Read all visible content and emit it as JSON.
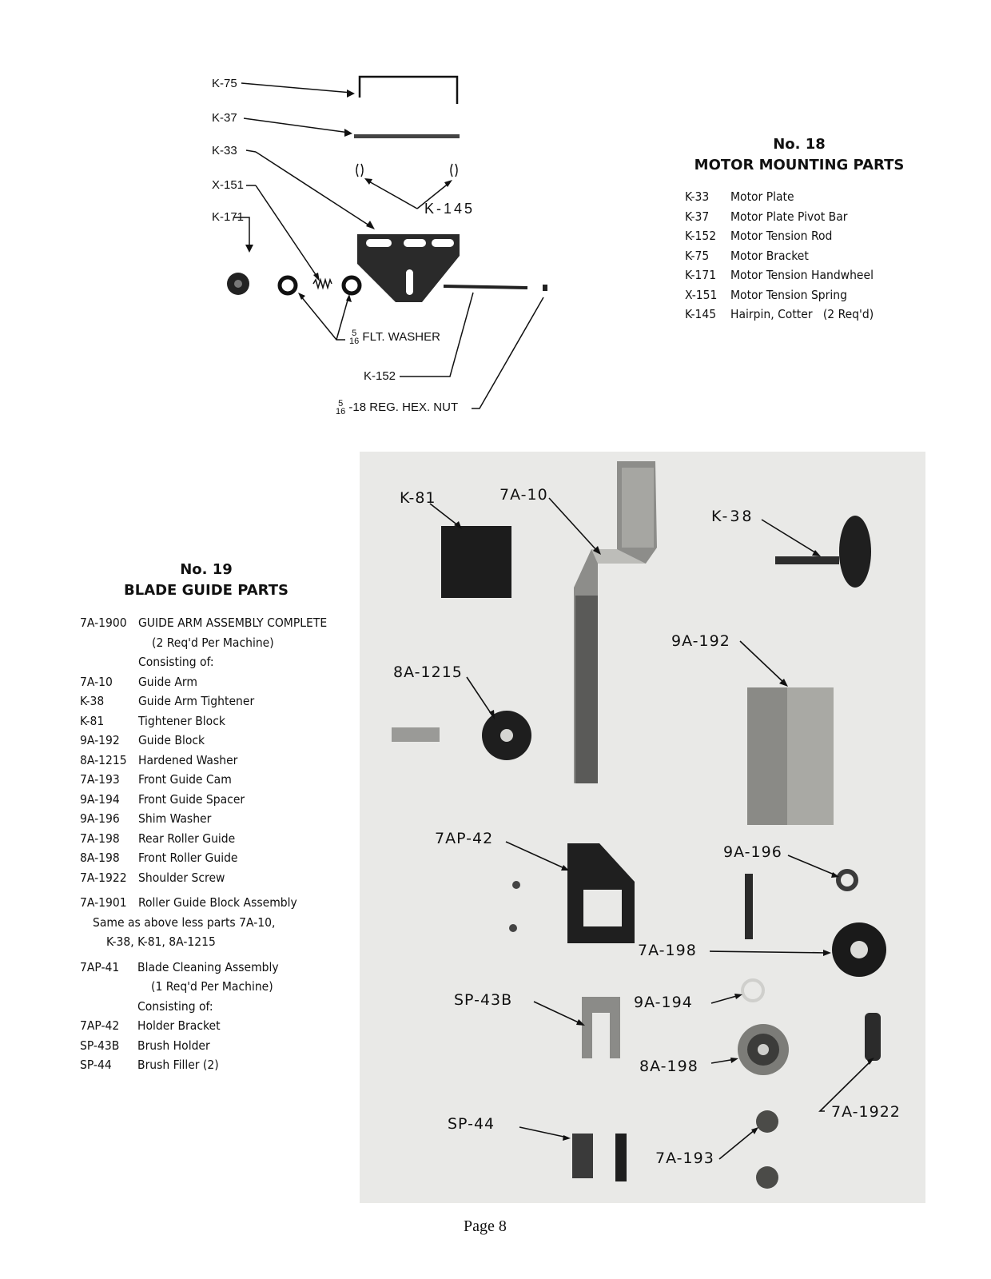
{
  "top_diagram": {
    "labels": {
      "k75": "K-75",
      "k37": "K-37",
      "k33": "K-33",
      "x151": "X-151",
      "k171": "K-171",
      "k145": "K-145",
      "washer": "FLT. WASHER",
      "washer_num": "5",
      "washer_den": "16",
      "k152": "K-152",
      "nut": "-18 REG. HEX. NUT",
      "nut_num": "5",
      "nut_den": "16"
    }
  },
  "section18": {
    "number": "No. 18",
    "title": "MOTOR MOUNTING PARTS",
    "parts": [
      {
        "code": "K-33",
        "desc": "Motor Plate"
      },
      {
        "code": "K-37",
        "desc": "Motor Plate Pivot Bar"
      },
      {
        "code": "K-152",
        "desc": "Motor Tension Rod"
      },
      {
        "code": "K-75",
        "desc": "Motor Bracket"
      },
      {
        "code": "K-171",
        "desc": "Motor Tension Handwheel"
      },
      {
        "code": "X-151",
        "desc": "Motor Tension Spring"
      },
      {
        "code": "K-145",
        "desc": "Hairpin, Cotter   (2 Req'd)"
      }
    ]
  },
  "section19": {
    "number": "No. 19",
    "title": "BLADE GUIDE PARTS",
    "lines": [
      {
        "code": "7A-1900",
        "desc": "GUIDE ARM ASSEMBLY COMPLETE"
      },
      {
        "code": "",
        "desc": "(2 Req'd Per Machine)"
      },
      {
        "code": "",
        "desc": "Consisting of:"
      },
      {
        "code": "7A-10",
        "desc": "Guide Arm"
      },
      {
        "code": "K-38",
        "desc": "Guide Arm Tightener"
      },
      {
        "code": "K-81",
        "desc": "Tightener Block"
      },
      {
        "code": "9A-192",
        "desc": "Guide Block"
      },
      {
        "code": "8A-1215",
        "desc": "Hardened Washer"
      },
      {
        "code": "7A-193",
        "desc": "Front Guide Cam"
      },
      {
        "code": "9A-194",
        "desc": "Front Guide Spacer"
      },
      {
        "code": "9A-196",
        "desc": "Shim Washer"
      },
      {
        "code": "7A-198",
        "desc": "Rear Roller Guide"
      },
      {
        "code": "8A-198",
        "desc": "Front Roller Guide"
      },
      {
        "code": "7A-1922",
        "desc": "Shoulder Screw"
      },
      {
        "code": "7A-1901",
        "desc": "Roller Guide Block Assembly"
      },
      {
        "code": "",
        "desc": "Same as above less parts 7A-10,"
      },
      {
        "code": "",
        "desc": "K-38, K-81, 8A-1215"
      },
      {
        "code": "7AP-41",
        "desc": "Blade Cleaning Assembly"
      },
      {
        "code": "",
        "desc": "(1 Req'd Per Machine)"
      },
      {
        "code": "",
        "desc": "Consisting of:"
      },
      {
        "code": "7AP-42",
        "desc": "Holder Bracket"
      },
      {
        "code": "SP-43B",
        "desc": "Brush Holder"
      },
      {
        "code": "SP-44",
        "desc": "Brush Filler (2)"
      }
    ]
  },
  "photo": {
    "labels": {
      "k81": "K-81",
      "a7_10": "7A-10",
      "k38": "K-38",
      "a9_192": "9A-192",
      "a8_1215": "8A-1215",
      "ap7_42": "7AP-42",
      "a9_196": "9A-196",
      "a7_198": "7A-198",
      "sp43b": "SP-43B",
      "a9_194": "9A-194",
      "a8_198": "8A-198",
      "a7_1922": "7A-1922",
      "sp44": "SP-44",
      "a7_193": "7A-193"
    }
  },
  "footer": {
    "page": "Page 8"
  }
}
